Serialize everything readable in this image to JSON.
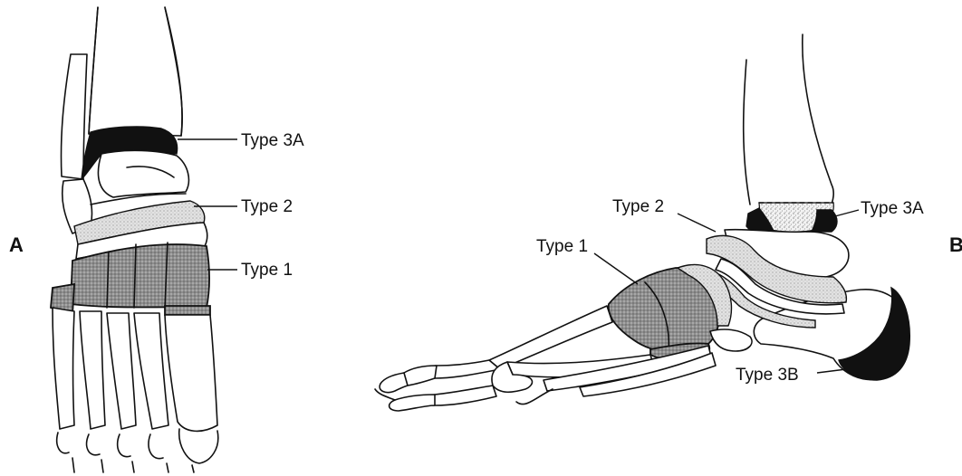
{
  "panels": {
    "left": "A",
    "right": "B"
  },
  "labels_left": {
    "type_3a": "Type 3A",
    "type_2": "Type 2",
    "type_1": "Type 1"
  },
  "labels_right": {
    "type_2": "Type 2",
    "type_3a": "Type 3A",
    "type_1": "Type 1",
    "type_3b": "Type 3B"
  },
  "colors": {
    "type_3": "#111111",
    "type_1_fill": "#9a9a9a",
    "type_2_fill": "#d6d6d6",
    "outline": "#111111"
  }
}
